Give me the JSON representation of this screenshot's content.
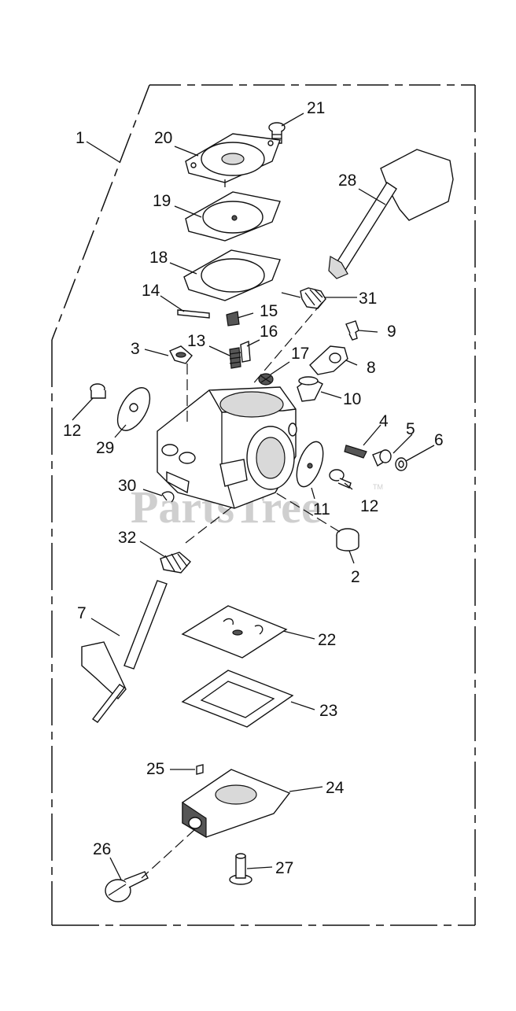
{
  "watermark": {
    "text": "PartsTree",
    "trademark": "TM"
  },
  "callouts": [
    {
      "id": "callout-1",
      "label": "1"
    },
    {
      "id": "callout-2",
      "label": "2"
    },
    {
      "id": "callout-3",
      "label": "3"
    },
    {
      "id": "callout-4",
      "label": "4"
    },
    {
      "id": "callout-5",
      "label": "5"
    },
    {
      "id": "callout-6",
      "label": "6"
    },
    {
      "id": "callout-7",
      "label": "7"
    },
    {
      "id": "callout-8",
      "label": "8"
    },
    {
      "id": "callout-9",
      "label": "9"
    },
    {
      "id": "callout-10",
      "label": "10"
    },
    {
      "id": "callout-11",
      "label": "11"
    },
    {
      "id": "callout-12a",
      "label": "12"
    },
    {
      "id": "callout-12b",
      "label": "12"
    },
    {
      "id": "callout-13",
      "label": "13"
    },
    {
      "id": "callout-14",
      "label": "14"
    },
    {
      "id": "callout-15",
      "label": "15"
    },
    {
      "id": "callout-16",
      "label": "16"
    },
    {
      "id": "callout-17",
      "label": "17"
    },
    {
      "id": "callout-18",
      "label": "18"
    },
    {
      "id": "callout-19",
      "label": "19"
    },
    {
      "id": "callout-20",
      "label": "20"
    },
    {
      "id": "callout-21",
      "label": "21"
    },
    {
      "id": "callout-22",
      "label": "22"
    },
    {
      "id": "callout-23",
      "label": "23"
    },
    {
      "id": "callout-24",
      "label": "24"
    },
    {
      "id": "callout-25",
      "label": "25"
    },
    {
      "id": "callout-26",
      "label": "26"
    },
    {
      "id": "callout-27",
      "label": "27"
    },
    {
      "id": "callout-28",
      "label": "28"
    },
    {
      "id": "callout-29",
      "label": "29"
    },
    {
      "id": "callout-30",
      "label": "30"
    },
    {
      "id": "callout-31",
      "label": "31"
    },
    {
      "id": "callout-32",
      "label": "32"
    }
  ]
}
